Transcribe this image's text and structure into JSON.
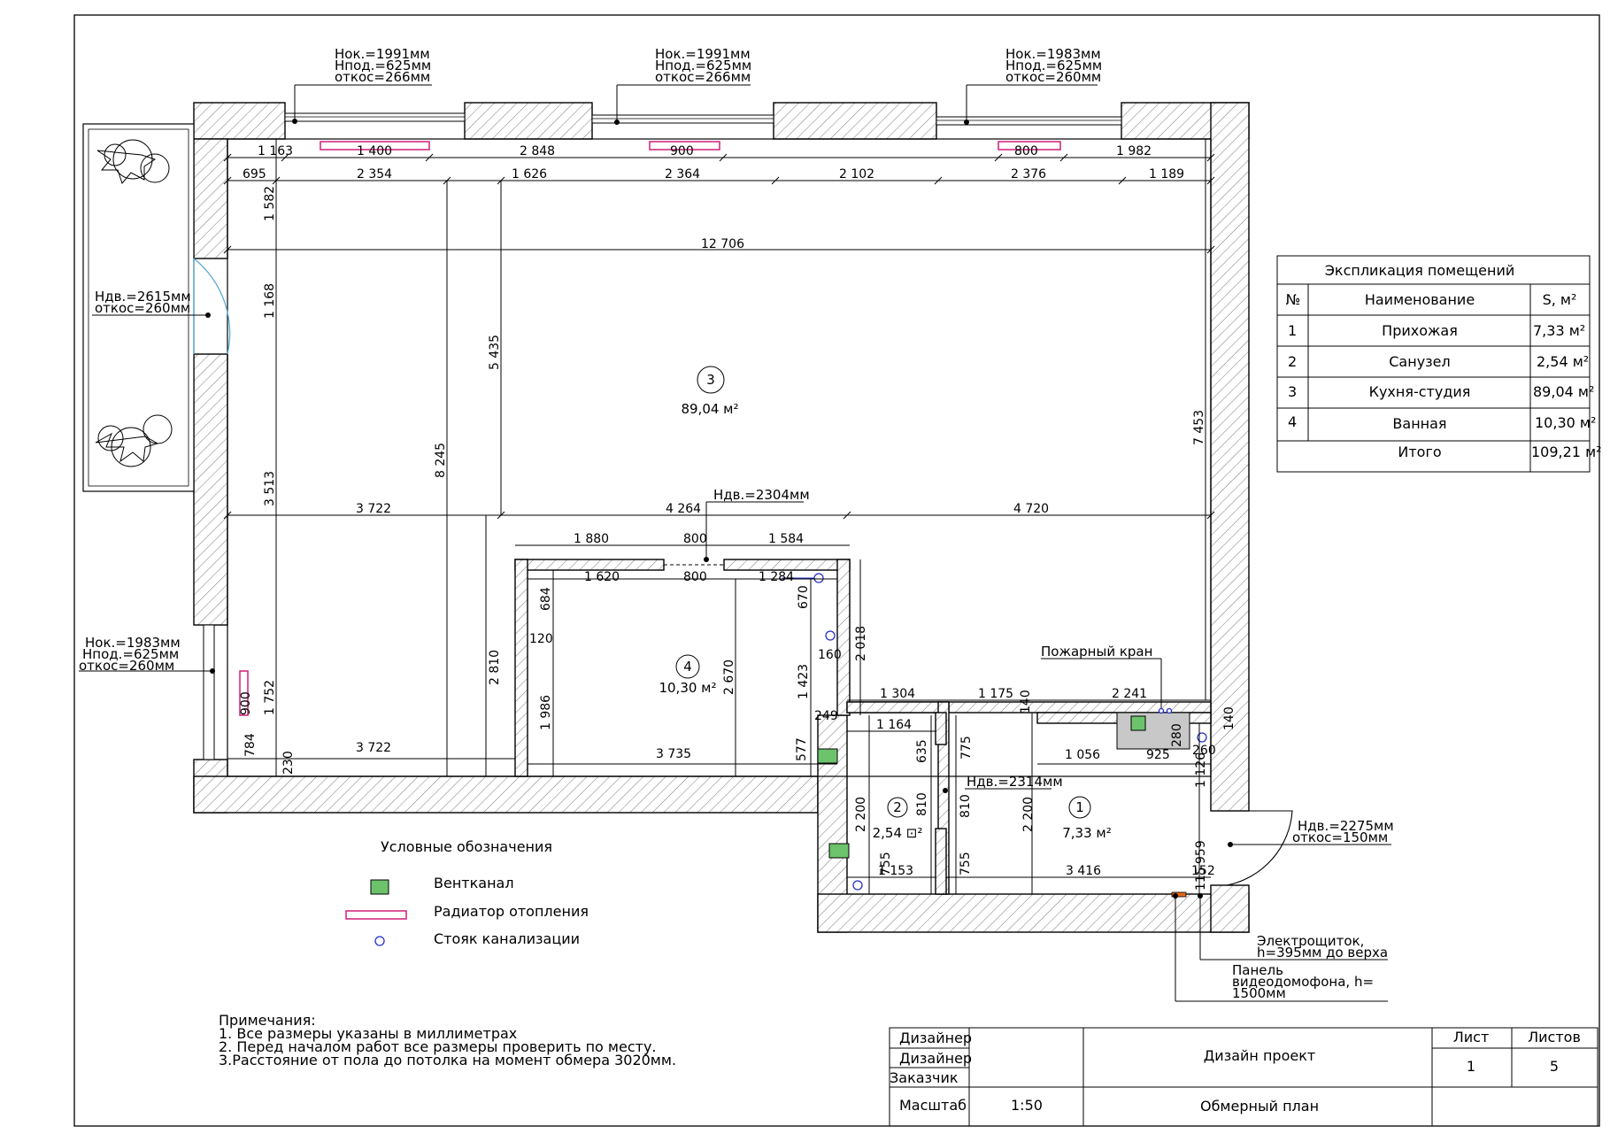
{
  "windows_top": [
    {
      "lines": [
        "Нок.=1991мм",
        "Нпод.=625мм",
        "откос=266мм"
      ]
    },
    {
      "lines": [
        "Нок.=1991мм",
        "Нпод.=625мм",
        "откос=266мм"
      ]
    },
    {
      "lines": [
        "Нок.=1983мм",
        "Нпод.=625мм",
        "откос=260мм"
      ]
    }
  ],
  "window_left": {
    "lines": [
      "Нок.=1983мм",
      "Нпод.=625мм",
      "откос=260мм"
    ]
  },
  "door_left": {
    "lines": [
      "Ндв.=2615мм",
      "откос=260мм"
    ]
  },
  "door_entry": {
    "lines": [
      "Ндв.=2275мм",
      "откос=150мм"
    ]
  },
  "door_labels": {
    "kitchen_bath": "Ндв.=2304мм",
    "wc": "Ндв.=2314мм"
  },
  "fire_hose": "Пожарный кран",
  "electric": {
    "lines": [
      "Электрощиток,",
      "h=395мм до верха"
    ]
  },
  "intercom": {
    "lines": [
      "Панель",
      "видеодомофона, h=",
      "1500мм"
    ]
  },
  "rooms": [
    {
      "no": "3",
      "area": "89,04 м²"
    },
    {
      "no": "4",
      "area": "10,30 м²"
    },
    {
      "no": "2",
      "area": "2,54 ⊡²"
    },
    {
      "no": "1",
      "area": "7,33 м²"
    }
  ],
  "dims": {
    "top1": [
      "1 163",
      "1 400",
      "2 848",
      "900",
      "800",
      "1 982"
    ],
    "top2": [
      "695",
      "2 354",
      "1 626",
      "2 364",
      "2 102",
      "2 376",
      "1 189"
    ],
    "overall_width": "12 706",
    "left_v": [
      "1 582",
      "1 168",
      "3 513",
      "1 752",
      "784",
      "230"
    ],
    "mid_v": [
      "5 435",
      "8 245",
      "2 810"
    ],
    "right_v": "7 453",
    "row_mid": [
      "3 722",
      "4 264",
      "4 720"
    ],
    "bath_top": [
      "1 880",
      "800",
      "1 584"
    ],
    "bath_inner": [
      "1 620",
      "800",
      "1 284"
    ],
    "bath_v": [
      "684",
      "120",
      "1 986",
      "2 670",
      "670",
      "160",
      "1 423",
      "2 018",
      "577",
      "249"
    ],
    "bottom_left": "3 722",
    "bath_bottom": "3 735",
    "hall_top": [
      "1 304",
      "1 175",
      "140",
      "2 241"
    ],
    "hall_second": [
      "1 164",
      "1 056",
      "925"
    ],
    "hall_v": [
      "635",
      "775",
      "810",
      "810",
      "2 200",
      "2 200",
      "280",
      "260",
      "140",
      "1 126"
    ],
    "hall_bottom": [
      "1 153",
      "755",
      "755",
      "3 416",
      "152",
      "959",
      "115"
    ]
  },
  "legend": {
    "title": "Условные обозначения",
    "items": [
      "Вентканал",
      "Радиатор отопления",
      "Стояк канализации"
    ]
  },
  "notes": [
    "Примечания:",
    "1. Все размеры указаны в миллиметрах",
    "2. Перед началом работ все размеры проверить по месту.",
    "3.Расстояние от пола до потолка на момент обмера 3020мм."
  ],
  "explication": {
    "title": "Экспликация помещений",
    "headers": [
      "№",
      "Наименование",
      "S, м²"
    ],
    "rows": [
      [
        "1",
        "Прихожая",
        "7,33 м²"
      ],
      [
        "2",
        "Санузел",
        "2,54 м²"
      ],
      [
        "3",
        "Кухня-студия",
        "89,04 м²"
      ],
      [
        "4",
        "Ванная",
        "10,30 м²"
      ]
    ],
    "total_label": "Итого",
    "total_value": "109,21 м²"
  },
  "stamp": {
    "roles": [
      "Дизайнер",
      "Дизайнер",
      "Заказчик"
    ],
    "scale_label": "Масштаб",
    "scale_value": "1:50",
    "project": "Дизайн проект",
    "drawing": "Обмерный план",
    "sheet_label": "Лист",
    "sheets_label": "Листов",
    "sheet_value": "1",
    "sheets_value": "5"
  },
  "colors": {
    "radiator": "#d11e78",
    "vent": "#6cc36c",
    "riser": "#2431c8",
    "door_swing": "#5aa9d6"
  }
}
